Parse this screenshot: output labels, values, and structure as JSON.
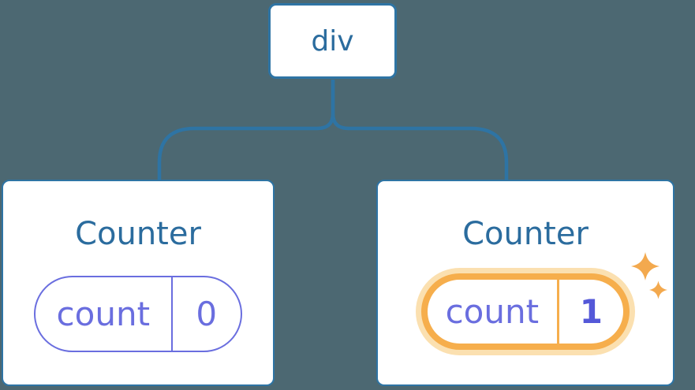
{
  "diagram": {
    "root": {
      "label": "div"
    },
    "children": [
      {
        "title": "Counter",
        "state_name": "count",
        "state_value": "0",
        "highlighted": false
      },
      {
        "title": "Counter",
        "state_name": "count",
        "state_value": "1",
        "highlighted": true,
        "decorations": [
          "sparkle-icon-large",
          "sparkle-icon-small"
        ]
      }
    ],
    "colors": {
      "background": "#4C6872",
      "connector_blue": "#2E74A4",
      "text_blue": "#2B6C9E",
      "state_indigo": "#6A6EDF",
      "state_value_indigo": "#5458D8",
      "highlight_orange": "#F6AE4C",
      "highlight_glow": "#FBE0B0",
      "sparkle_orange": "#F3A94E",
      "card_white": "#FFFFFF"
    }
  }
}
